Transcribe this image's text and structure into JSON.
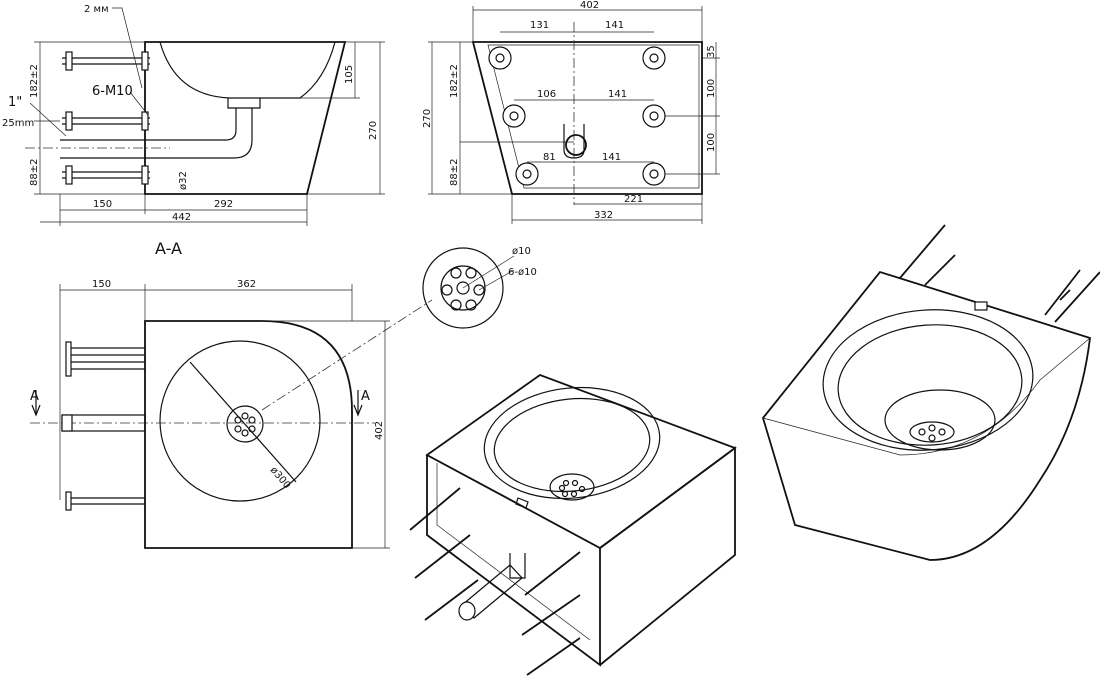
{
  "drawing": {
    "side_view": {
      "wall_label": "2 мм",
      "thread_label": "6-M10",
      "pipe_size_label": "1\"",
      "offset_label": "25mm",
      "top_spacing": "182±2",
      "bottom_spacing": "88±2",
      "bowl_depth": "105",
      "height": "270",
      "pipe_dia": "ø32",
      "mount_len": "150",
      "body_len": "292",
      "total_len": "442"
    },
    "rear_view": {
      "width_top": "402",
      "pitch_top_left": "131",
      "pitch_top_right": "141",
      "offset_top": "35",
      "pitch_mid_left": "106",
      "pitch_mid_right": "141",
      "v_gap_1": "100",
      "v_gap_2": "100",
      "pitch_bot_left": "81",
      "pitch_bot_right": "141",
      "width_low": "221",
      "width_bottom": "332",
      "height": "270",
      "top_spacing": "182±2",
      "bottom_spacing": "88±2"
    },
    "plan_view": {
      "section_label": "A-A",
      "arrow_left": "A",
      "arrow_right": "A",
      "mount_len": "150",
      "body_len": "362",
      "depth": "402",
      "bowl_dia": "ø300"
    },
    "drain_detail": {
      "hole_dia": "ø10",
      "hole_pattern": "6-ø10"
    },
    "colors": {
      "line": "#111111",
      "background": "#ffffff"
    }
  }
}
